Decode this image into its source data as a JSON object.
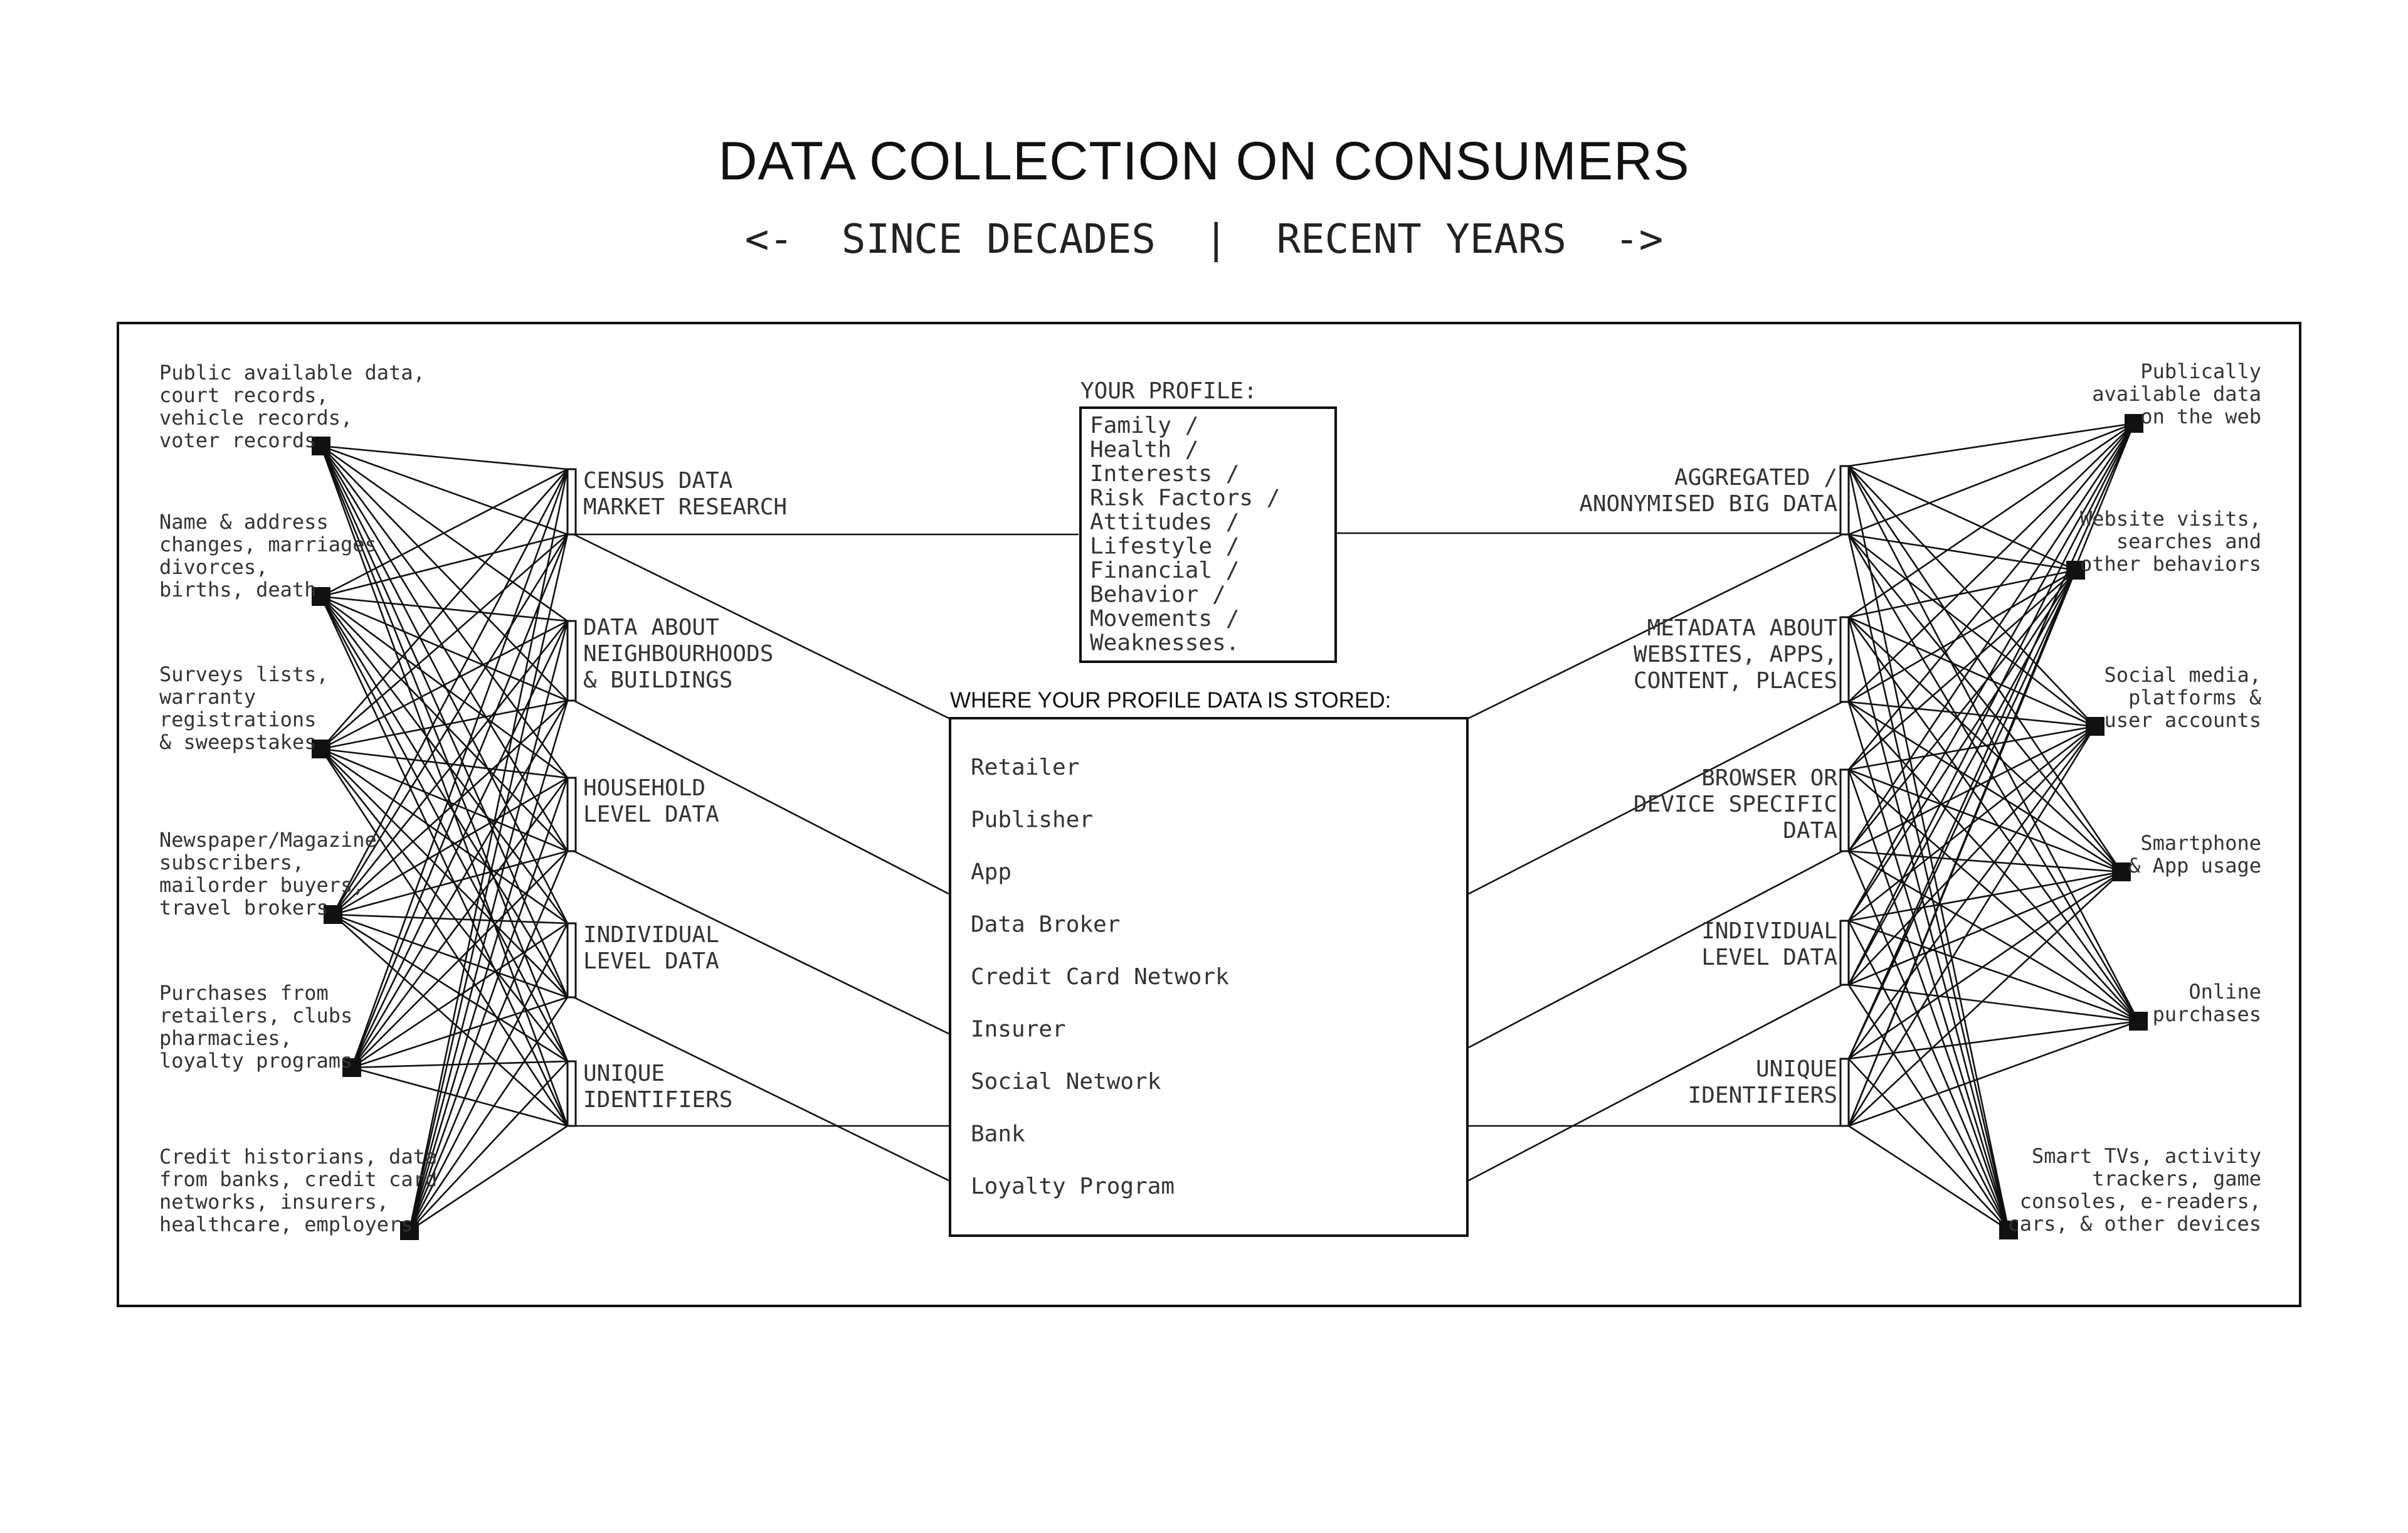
{
  "title": "DATA COLLECTION ON CONSUMERS",
  "subtitle": "<-  SINCE DECADES  |  RECENT YEARS  ->",
  "profile": {
    "heading": "YOUR PROFILE:",
    "items": [
      "Family /",
      "Health /",
      "Interests /",
      "Risk Factors /",
      "Attitudes /",
      "Lifestyle /",
      "Financial /",
      "Behavior /",
      "Movements /",
      "Weaknesses."
    ]
  },
  "storage": {
    "heading": "WHERE YOUR PROFILE DATA IS STORED:",
    "items": [
      "Retailer",
      "Publisher",
      "App",
      "Data Broker",
      "Credit Card Network",
      "Insurer",
      "Social Network",
      "Bank",
      "Loyalty Program"
    ]
  },
  "left_sources": [
    {
      "lines": [
        "Public available data,",
        "court records,",
        "vehicle records,",
        "voter records"
      ]
    },
    {
      "lines": [
        "Name & address",
        "changes, marriages",
        "divorces,",
        "births, death"
      ]
    },
    {
      "lines": [
        "Surveys lists,",
        "warranty",
        "registrations",
        "& sweepstakes"
      ]
    },
    {
      "lines": [
        "Newspaper/Magazine",
        "subscribers,",
        "mailorder buyers,",
        "travel brokers"
      ]
    },
    {
      "lines": [
        "Purchases from",
        "retailers,  clubs",
        "pharmacies,",
        "loyalty programs"
      ]
    },
    {
      "lines": [
        "Credit historians, data",
        "from banks, credit card",
        "networks, insurers,",
        "healthcare, employers"
      ]
    }
  ],
  "left_categories": [
    {
      "lines": [
        "CENSUS DATA",
        "MARKET RESEARCH"
      ]
    },
    {
      "lines": [
        "DATA ABOUT",
        "NEIGHBOURHOODS",
        "& BUILDINGS"
      ]
    },
    {
      "lines": [
        "HOUSEHOLD",
        "LEVEL DATA"
      ]
    },
    {
      "lines": [
        "INDIVIDUAL",
        "LEVEL DATA"
      ]
    },
    {
      "lines": [
        "UNIQUE",
        "IDENTIFIERS"
      ]
    }
  ],
  "right_categories": [
    {
      "lines": [
        "AGGREGATED /",
        "ANONYMISED BIG DATA"
      ]
    },
    {
      "lines": [
        "METADATA ABOUT",
        "WEBSITES, APPS,",
        "CONTENT, PLACES"
      ]
    },
    {
      "lines": [
        "BROWSER OR",
        "DEVICE SPECIFIC",
        "DATA"
      ]
    },
    {
      "lines": [
        "INDIVIDUAL",
        "LEVEL DATA"
      ]
    },
    {
      "lines": [
        "UNIQUE",
        "IDENTIFIERS"
      ]
    }
  ],
  "right_sources": [
    {
      "lines": [
        "Publically",
        "available data",
        "on the web"
      ]
    },
    {
      "lines": [
        "Website visits,",
        "searches and",
        "other behaviors"
      ]
    },
    {
      "lines": [
        "Social media,",
        "platforms &",
        "user accounts"
      ]
    },
    {
      "lines": [
        "Smartphone",
        "& App usage"
      ]
    },
    {
      "lines": [
        "Online",
        "purchases"
      ]
    },
    {
      "lines": [
        "Smart TVs, activity",
        "trackers, game",
        "consoles, e-readers,",
        "cars, & other devices"
      ]
    }
  ]
}
